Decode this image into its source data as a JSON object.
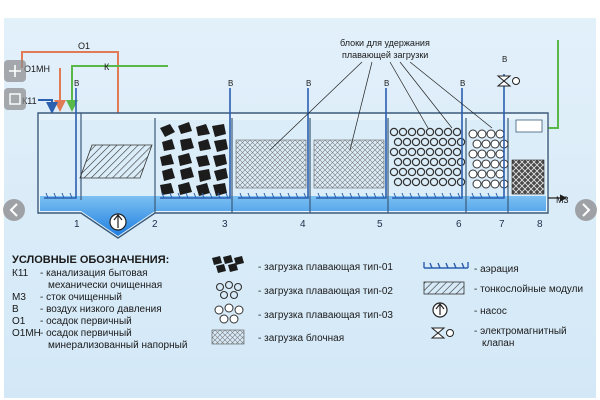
{
  "colors": {
    "water": "#1e7fe0",
    "water_light": "#bfe0f8",
    "tank_bg": "#e6f3fb",
    "tank_border": "#3a5a7a",
    "sewage_pipe": "#e07b55",
    "air_pipe": "#2b5fb0",
    "clean_pipe": "#58b848",
    "page_bg": "#e9f3fb"
  },
  "pipes": {
    "o1": "О1",
    "k": "К",
    "o1mn": "О1МН",
    "k11": "К11",
    "m3": "М3"
  },
  "air_labels": [
    "В",
    "В",
    "В",
    "В",
    "В",
    "В"
  ],
  "callout": {
    "line1": "блоки для удержания",
    "line2": "плавающей загрузки"
  },
  "sections": [
    "1",
    "2",
    "3",
    "4",
    "5",
    "6",
    "7",
    "8"
  ],
  "legend_left": {
    "title": "УСЛОВНЫЕ ОБОЗНАЧЕНИЯ:",
    "items": [
      {
        "code": "К11",
        "text": "- канализация бытовая"
      },
      {
        "code": "",
        "text": "механически очищенная"
      },
      {
        "code": "М3",
        "text": "- сток очищенный"
      },
      {
        "code": "В",
        "text": "- воздух низкого давления"
      },
      {
        "code": "О1",
        "text": "- осадок первичный"
      },
      {
        "code": "О1МН",
        "text": "- осадок первичный"
      },
      {
        "code": "",
        "text": "минерализованный напорный"
      }
    ]
  },
  "legend_mid": [
    {
      "text": "- загрузка плавающая тип-01",
      "icon": "media-type-01-icon"
    },
    {
      "text": "- загрузка плавающая тип-02",
      "icon": "media-type-02-icon"
    },
    {
      "text": "- загрузка плавающая тип-03",
      "icon": "media-type-03-icon"
    },
    {
      "text": "- загрузка блочная",
      "icon": "media-block-icon"
    }
  ],
  "legend_right": [
    {
      "text": "- аэрация",
      "icon": "aeration-icon"
    },
    {
      "text": "- тонкослойные модули",
      "icon": "thin-layer-module-icon"
    },
    {
      "text": "- насос",
      "icon": "pump-icon"
    },
    {
      "text": "- электромагнитный",
      "icon": "solenoid-valve-icon"
    },
    {
      "text": "клапан",
      "icon": ""
    }
  ]
}
